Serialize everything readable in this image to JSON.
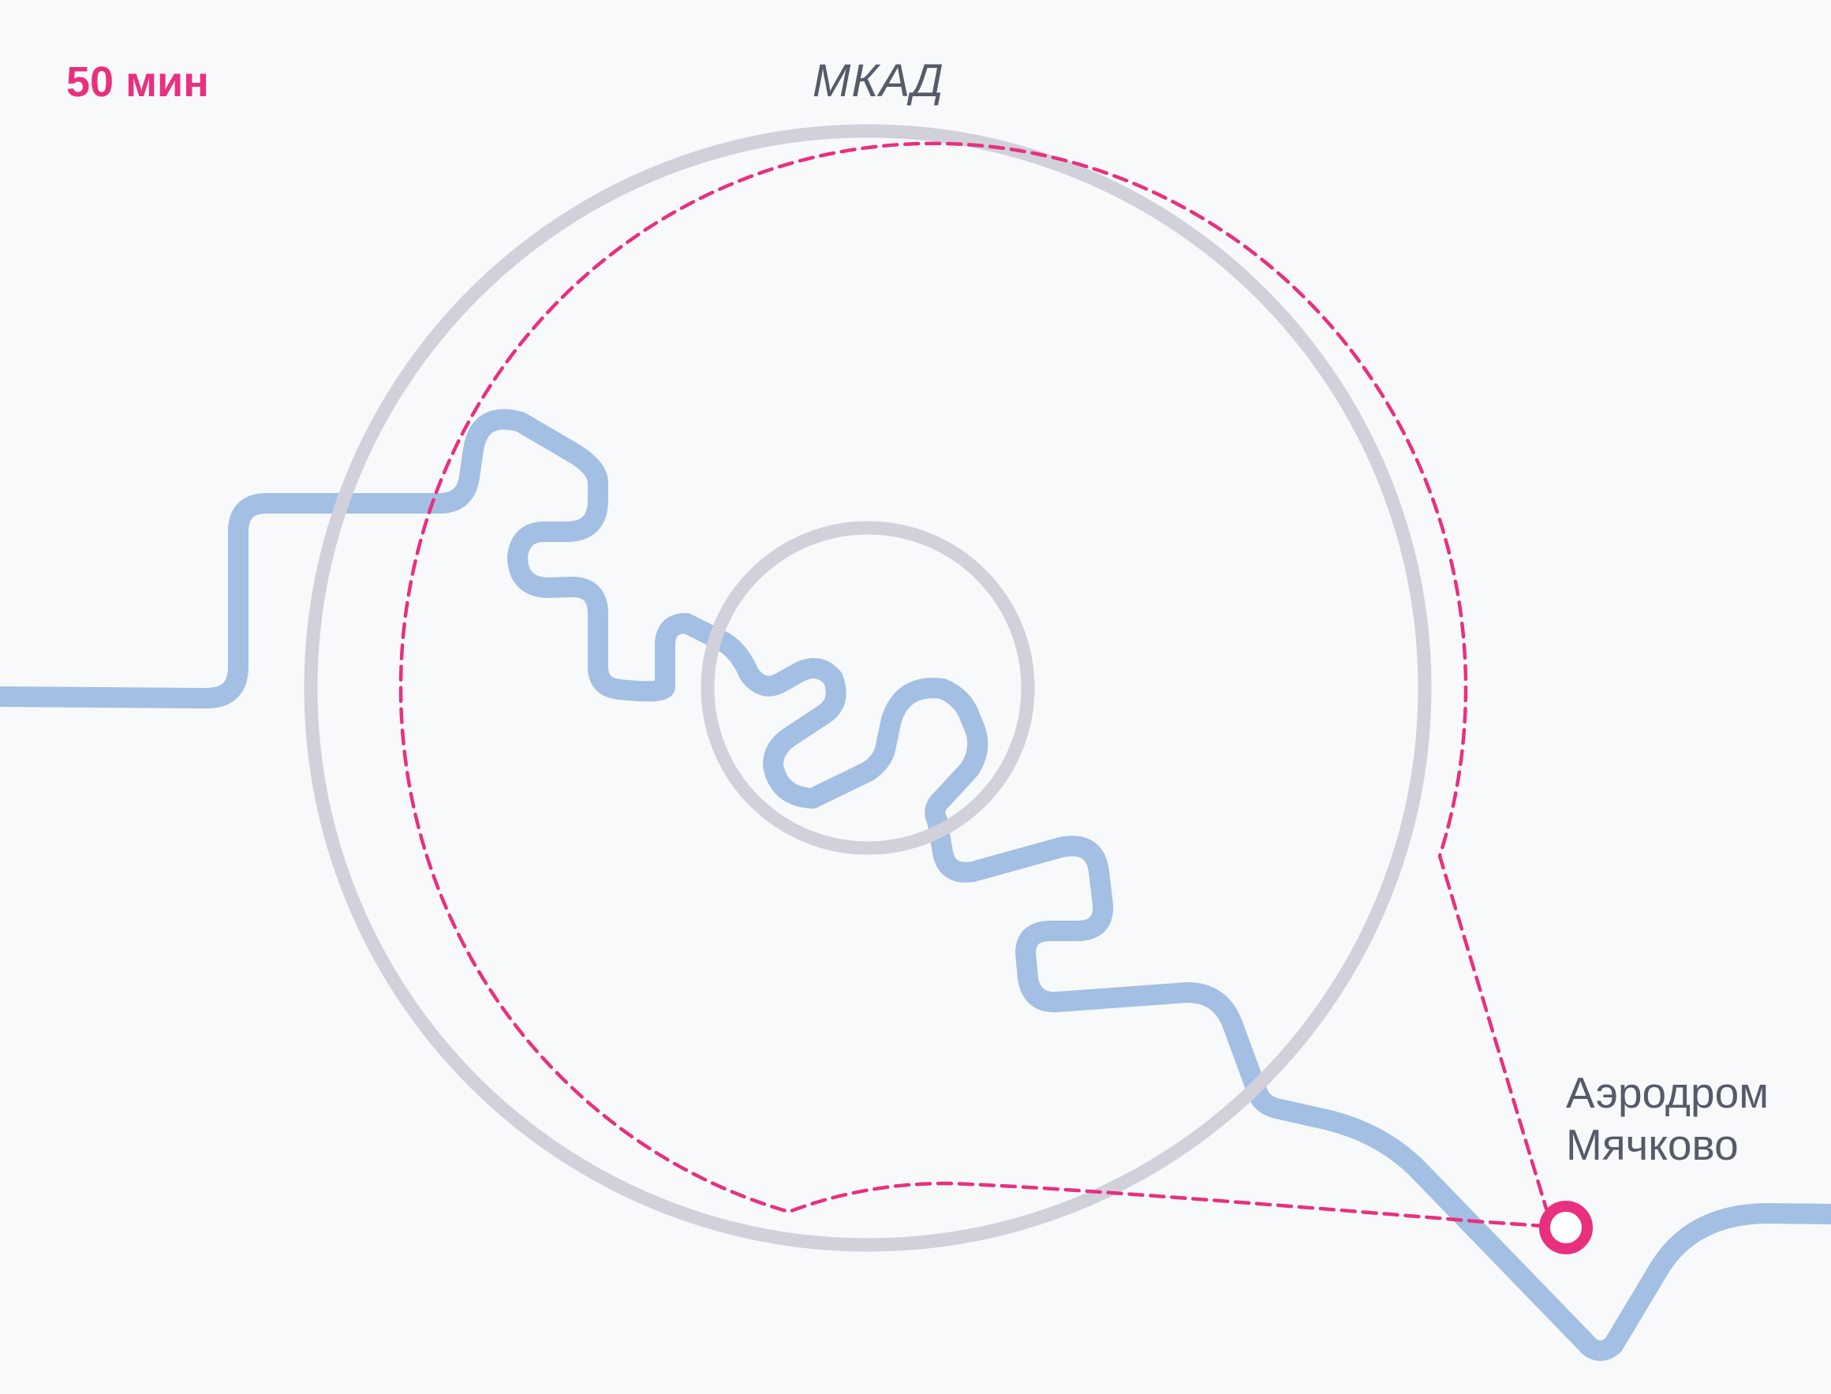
{
  "travel_time": "50 мин",
  "ring_road": {
    "label": "МКАД"
  },
  "destination": {
    "name_line1": "Аэродром",
    "name_line2": "Мячково"
  },
  "colors": {
    "background": "#f8f9fb",
    "river": "#a3bfe3",
    "ring": "#d1d1dc",
    "route": "#e8307f",
    "label_text": "#565b69",
    "time_text": "#e8307f"
  },
  "icons": {
    "destination_marker": "destination-marker-icon"
  }
}
